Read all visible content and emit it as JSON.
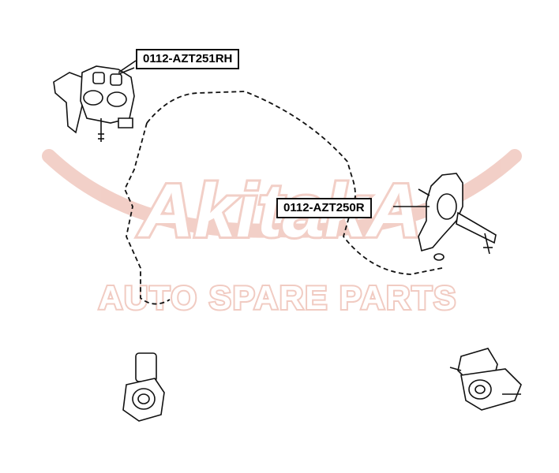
{
  "watermark": {
    "brand": "AkitakA",
    "tagline": "AUTO SPARE PARTS",
    "color": "#e8a99a"
  },
  "callouts": [
    {
      "part_number": "0112-AZT251RH"
    },
    {
      "part_number": "0112-AZT250R"
    }
  ],
  "colors": {
    "linework": "#111111",
    "background": "#ffffff"
  }
}
